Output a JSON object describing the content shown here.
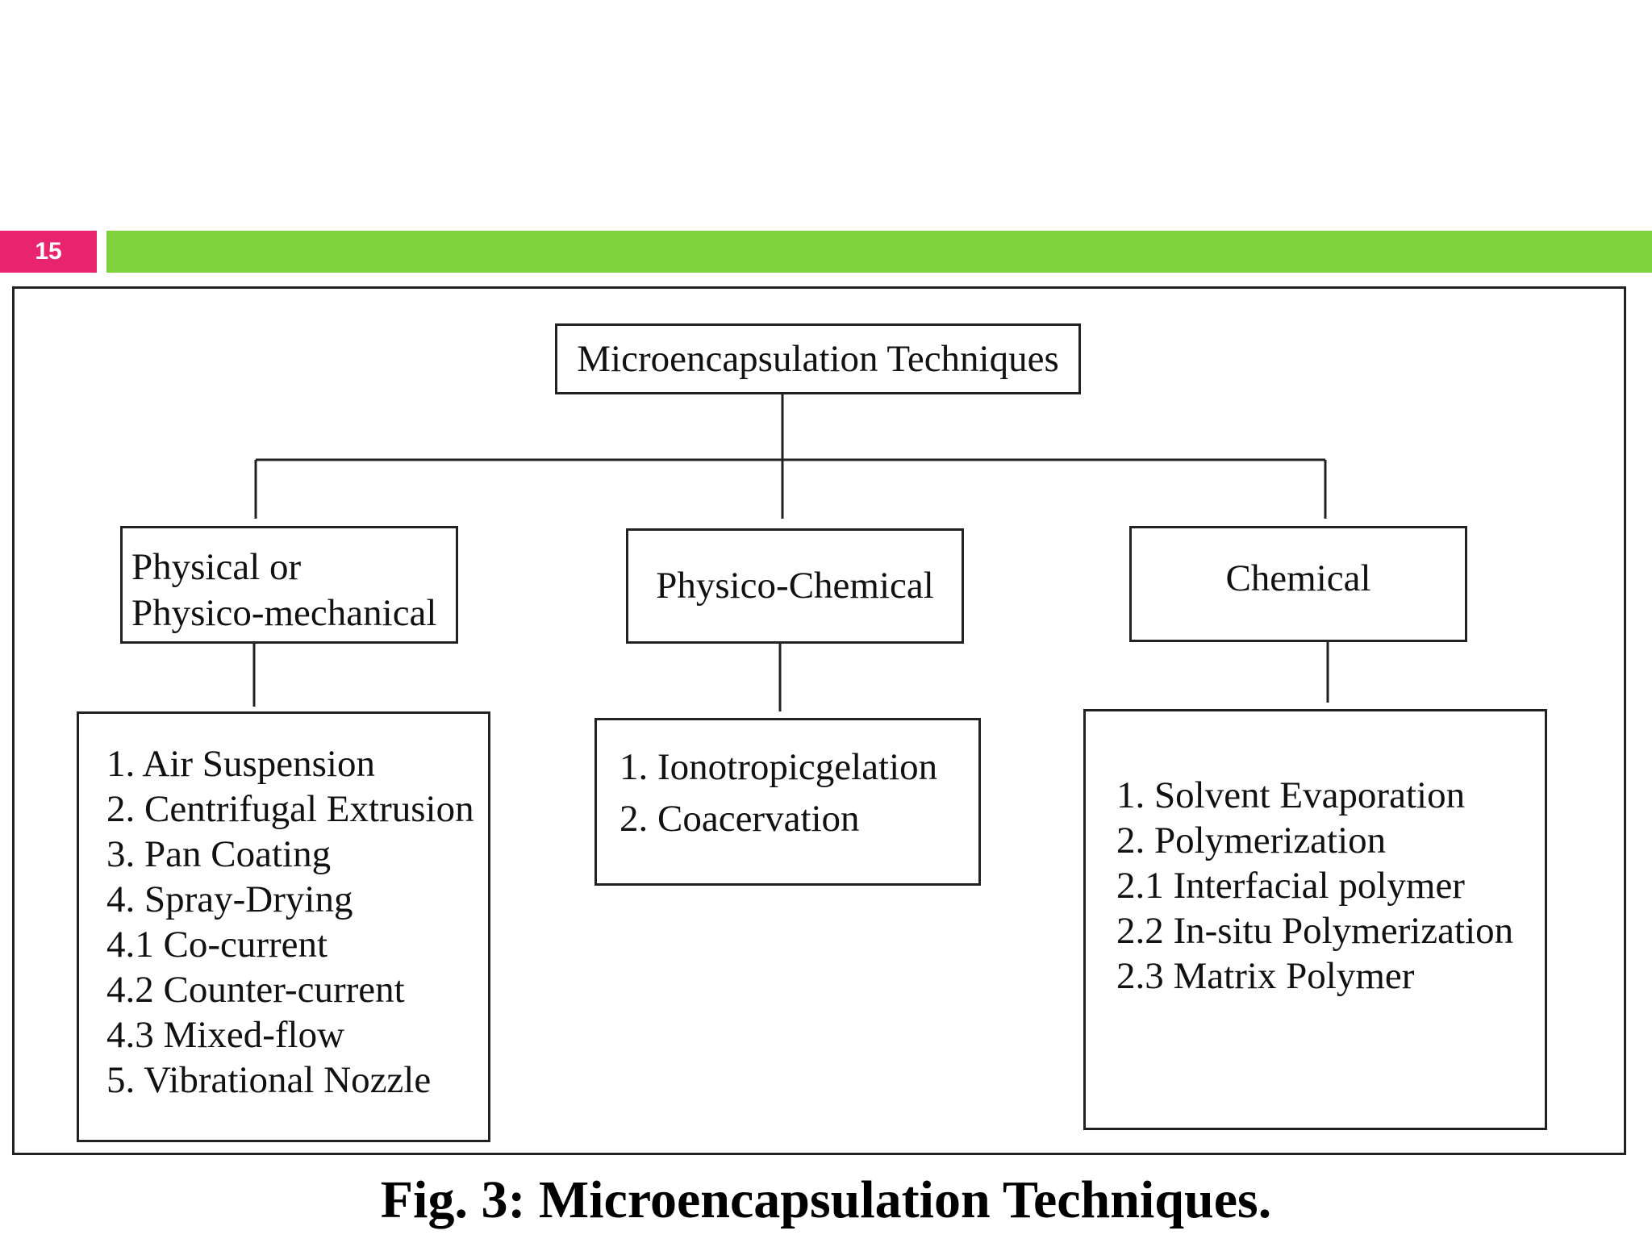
{
  "slide": {
    "number": "15",
    "number_badge_color": "#E8246E",
    "accent_bar_color": "#80D23C"
  },
  "diagram": {
    "root": "Microencapsulation Techniques",
    "categories": [
      {
        "title_lines": [
          "Physical or",
          "Physico-mechanical"
        ],
        "items": [
          "1. Air Suspension",
          "2. Centrifugal Extrusion",
          "3. Pan Coating",
          "4. Spray-Drying",
          "4.1 Co-current",
          "4.2 Counter-current",
          "4.3 Mixed-flow",
          "5. Vibrational Nozzle"
        ]
      },
      {
        "title_lines": [
          "Physico-Chemical"
        ],
        "items": [
          "1. Ionotropicgelation",
          "2. Coacervation"
        ]
      },
      {
        "title_lines": [
          "Chemical"
        ],
        "items": [
          "1. Solvent Evaporation",
          "2. Polymerization",
          "2.1 Interfacial polymer",
          "2.2 In-situ Polymerization",
          "2.3 Matrix Polymer"
        ]
      }
    ]
  },
  "caption": {
    "text": "Fig. 3: Microencapsulation Techniques."
  }
}
